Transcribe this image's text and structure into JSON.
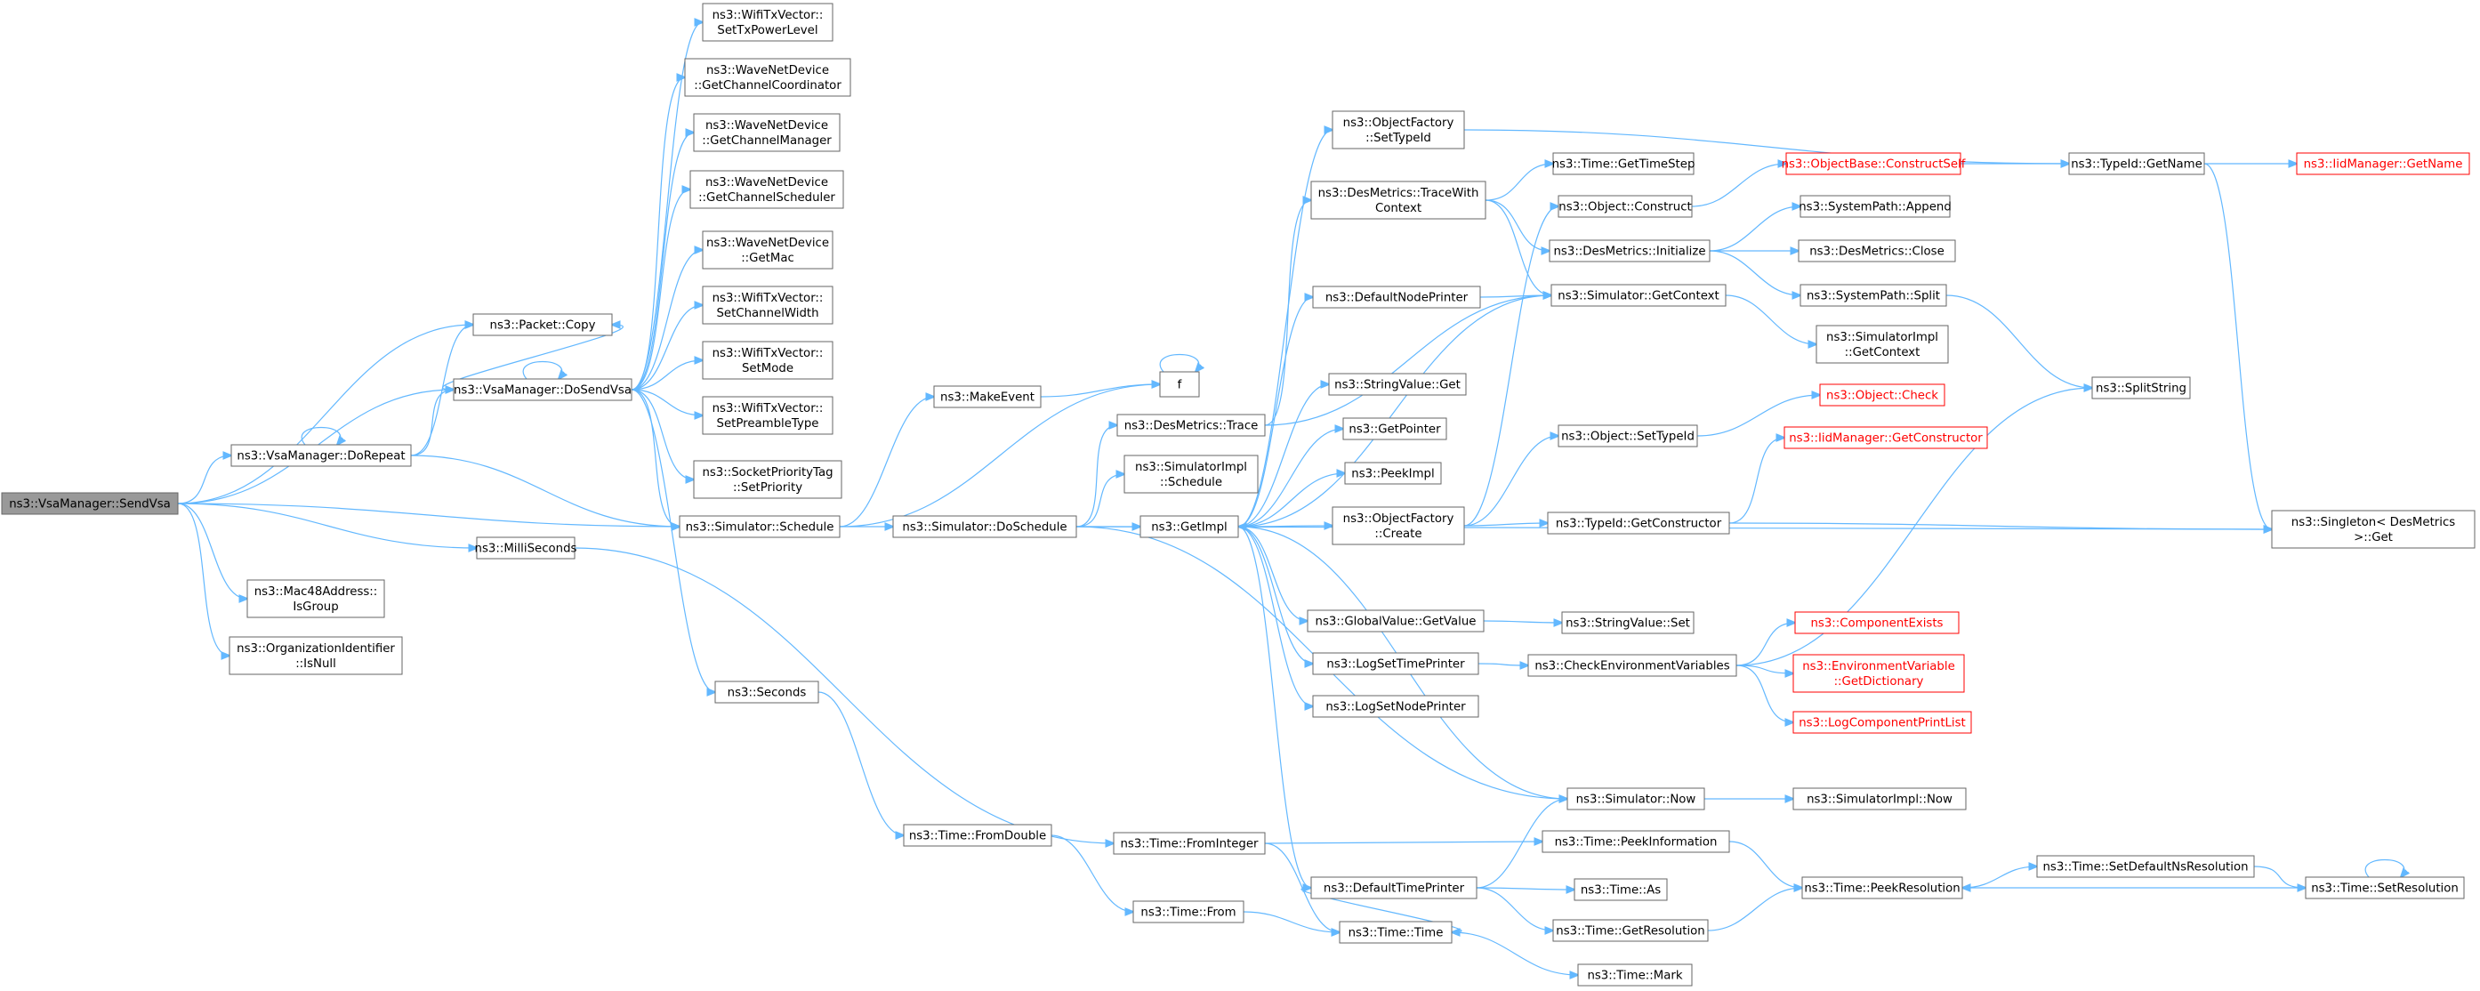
{
  "diagram": {
    "root": "SendVsa",
    "colors": {
      "edge": "#63b8ff",
      "border": "#666666",
      "root_fill": "#999999",
      "truncated_border": "#ff0000",
      "truncated_text": "#ff0000"
    },
    "nodes": [
      {
        "id": "SendVsa",
        "lines": [
          "ns3::VsaManager::SendVsa"
        ],
        "root": true
      },
      {
        "id": "PacketCopy",
        "lines": [
          "ns3::Packet::Copy"
        ]
      },
      {
        "id": "DoSendVsa",
        "lines": [
          "ns3::VsaManager::DoSendVsa"
        ]
      },
      {
        "id": "DoRepeat",
        "lines": [
          "ns3::VsaManager::DoRepeat"
        ]
      },
      {
        "id": "Schedule",
        "lines": [
          "ns3::Simulator::Schedule"
        ]
      },
      {
        "id": "MilliSeconds",
        "lines": [
          "ns3::MilliSeconds"
        ]
      },
      {
        "id": "IsGroup",
        "lines": [
          "ns3::Mac48Address::",
          "IsGroup"
        ]
      },
      {
        "id": "IsNull",
        "lines": [
          "ns3::OrganizationIdentifier",
          "::IsNull"
        ]
      },
      {
        "id": "SetTxPowerLevel",
        "lines": [
          "ns3::WifiTxVector::",
          "SetTxPowerLevel"
        ]
      },
      {
        "id": "GetChannelCoordinator",
        "lines": [
          "ns3::WaveNetDevice",
          "::GetChannelCoordinator"
        ]
      },
      {
        "id": "GetChannelManager",
        "lines": [
          "ns3::WaveNetDevice",
          "::GetChannelManager"
        ]
      },
      {
        "id": "GetChannelScheduler",
        "lines": [
          "ns3::WaveNetDevice",
          "::GetChannelScheduler"
        ]
      },
      {
        "id": "GetMac",
        "lines": [
          "ns3::WaveNetDevice",
          "::GetMac"
        ]
      },
      {
        "id": "SetChannelWidth",
        "lines": [
          "ns3::WifiTxVector::",
          "SetChannelWidth"
        ]
      },
      {
        "id": "SetMode",
        "lines": [
          "ns3::WifiTxVector::",
          "SetMode"
        ]
      },
      {
        "id": "SetPreambleType",
        "lines": [
          "ns3::WifiTxVector::",
          "SetPreambleType"
        ]
      },
      {
        "id": "SetPriority",
        "lines": [
          "ns3::SocketPriorityTag",
          "::SetPriority"
        ]
      },
      {
        "id": "Seconds",
        "lines": [
          "ns3::Seconds"
        ]
      },
      {
        "id": "MakeEvent",
        "lines": [
          "ns3::MakeEvent"
        ]
      },
      {
        "id": "DoSchedule",
        "lines": [
          "ns3::Simulator::DoSchedule"
        ]
      },
      {
        "id": "FromDouble",
        "lines": [
          "ns3::Time::FromDouble"
        ]
      },
      {
        "id": "f",
        "lines": [
          "f"
        ]
      },
      {
        "id": "DesMetricsTrace",
        "lines": [
          "ns3::DesMetrics::Trace"
        ]
      },
      {
        "id": "SimImplSchedule",
        "lines": [
          "ns3::SimulatorImpl",
          "::Schedule"
        ]
      },
      {
        "id": "GetImpl",
        "lines": [
          "ns3::GetImpl"
        ]
      },
      {
        "id": "FromInteger",
        "lines": [
          "ns3::Time::FromInteger"
        ]
      },
      {
        "id": "TimeFrom",
        "lines": [
          "ns3::Time::From"
        ]
      },
      {
        "id": "OFSetTypeId",
        "lines": [
          "ns3::ObjectFactory",
          "::SetTypeId"
        ]
      },
      {
        "id": "TraceWithContext",
        "lines": [
          "ns3::DesMetrics::TraceWith",
          "Context"
        ]
      },
      {
        "id": "DefaultNodePrinter",
        "lines": [
          "ns3::DefaultNodePrinter"
        ]
      },
      {
        "id": "StringValueGet",
        "lines": [
          "ns3::StringValue::Get"
        ]
      },
      {
        "id": "GetPointer",
        "lines": [
          "ns3::GetPointer"
        ]
      },
      {
        "id": "PeekImpl",
        "lines": [
          "ns3::PeekImpl"
        ]
      },
      {
        "id": "OFCreate",
        "lines": [
          "ns3::ObjectFactory",
          "::Create"
        ]
      },
      {
        "id": "GVGetValue",
        "lines": [
          "ns3::GlobalValue::GetValue"
        ]
      },
      {
        "id": "LogSetTimePrinter",
        "lines": [
          "ns3::LogSetTimePrinter"
        ]
      },
      {
        "id": "LogSetNodePrinter",
        "lines": [
          "ns3::LogSetNodePrinter"
        ]
      },
      {
        "id": "DefaultTimePrinter",
        "lines": [
          "ns3::DefaultTimePrinter"
        ]
      },
      {
        "id": "TimeTime",
        "lines": [
          "ns3::Time::Time"
        ]
      },
      {
        "id": "GetTimeStep",
        "lines": [
          "ns3::Time::GetTimeStep"
        ]
      },
      {
        "id": "ObjectConstruct",
        "lines": [
          "ns3::Object::Construct"
        ]
      },
      {
        "id": "DMInitialize",
        "lines": [
          "ns3::DesMetrics::Initialize"
        ]
      },
      {
        "id": "GetContext",
        "lines": [
          "ns3::Simulator::GetContext"
        ]
      },
      {
        "id": "ObjSetTypeId",
        "lines": [
          "ns3::Object::SetTypeId"
        ]
      },
      {
        "id": "GetConstructor",
        "lines": [
          "ns3::TypeId::GetConstructor"
        ]
      },
      {
        "id": "SVSet",
        "lines": [
          "ns3::StringValue::Set"
        ]
      },
      {
        "id": "CheckEnv",
        "lines": [
          "ns3::CheckEnvironmentVariables"
        ]
      },
      {
        "id": "SimNow",
        "lines": [
          "ns3::Simulator::Now"
        ]
      },
      {
        "id": "PeekInformation",
        "lines": [
          "ns3::Time::PeekInformation"
        ]
      },
      {
        "id": "TimeAs",
        "lines": [
          "ns3::Time::As"
        ]
      },
      {
        "id": "GetResolution",
        "lines": [
          "ns3::Time::GetResolution"
        ]
      },
      {
        "id": "TimeMark",
        "lines": [
          "ns3::Time::Mark"
        ]
      },
      {
        "id": "ConstructSelf",
        "lines": [
          "ns3::ObjectBase::ConstructSelf"
        ],
        "red": true
      },
      {
        "id": "SPAppend",
        "lines": [
          "ns3::SystemPath::Append"
        ]
      },
      {
        "id": "DMClose",
        "lines": [
          "ns3::DesMetrics::Close"
        ]
      },
      {
        "id": "SPSplit",
        "lines": [
          "ns3::SystemPath::Split"
        ]
      },
      {
        "id": "SimImplGetContext",
        "lines": [
          "ns3::SimulatorImpl",
          "::GetContext"
        ]
      },
      {
        "id": "ObjectCheck",
        "lines": [
          "ns3::Object::Check"
        ],
        "red": true
      },
      {
        "id": "IidGetConstructor",
        "lines": [
          "ns3::IidManager::GetConstructor"
        ],
        "red": true
      },
      {
        "id": "ComponentExists",
        "lines": [
          "ns3::ComponentExists"
        ],
        "red": true
      },
      {
        "id": "EnvGetDictionary",
        "lines": [
          "ns3::EnvironmentVariable",
          "::GetDictionary"
        ],
        "red": true
      },
      {
        "id": "LogComponentPrintList",
        "lines": [
          "ns3::LogComponentPrintList"
        ],
        "red": true
      },
      {
        "id": "SimImplNow",
        "lines": [
          "ns3::SimulatorImpl::Now"
        ]
      },
      {
        "id": "PeekResolution",
        "lines": [
          "ns3::Time::PeekResolution"
        ]
      },
      {
        "id": "TypeIdGetName",
        "lines": [
          "ns3::TypeId::GetName"
        ]
      },
      {
        "id": "SplitString",
        "lines": [
          "ns3::SplitString"
        ]
      },
      {
        "id": "SingletonGet",
        "lines": [
          "ns3::Singleton< DesMetrics",
          ">::Get"
        ]
      },
      {
        "id": "SetDefaultNsResolution",
        "lines": [
          "ns3::Time::SetDefaultNsResolution"
        ]
      },
      {
        "id": "IidGetName",
        "lines": [
          "ns3::IidManager::GetName"
        ],
        "red": true
      },
      {
        "id": "SetResolution",
        "lines": [
          "ns3::Time::SetResolution"
        ]
      }
    ],
    "edges": [
      [
        "SendVsa",
        "PacketCopy"
      ],
      [
        "SendVsa",
        "DoSendVsa"
      ],
      [
        "SendVsa",
        "DoRepeat"
      ],
      [
        "SendVsa",
        "Schedule"
      ],
      [
        "SendVsa",
        "MilliSeconds"
      ],
      [
        "SendVsa",
        "IsGroup"
      ],
      [
        "SendVsa",
        "IsNull"
      ],
      [
        "DoRepeat",
        "PacketCopy"
      ],
      [
        "DoRepeat",
        "DoSendVsa"
      ],
      [
        "DoRepeat",
        "Schedule"
      ],
      [
        "DoRepeat",
        "DoRepeat"
      ],
      [
        "DoSendVsa",
        "PacketCopy"
      ],
      [
        "DoSendVsa",
        "SetTxPowerLevel"
      ],
      [
        "DoSendVsa",
        "GetChannelCoordinator"
      ],
      [
        "DoSendVsa",
        "GetChannelManager"
      ],
      [
        "DoSendVsa",
        "GetChannelScheduler"
      ],
      [
        "DoSendVsa",
        "GetMac"
      ],
      [
        "DoSendVsa",
        "SetChannelWidth"
      ],
      [
        "DoSendVsa",
        "SetMode"
      ],
      [
        "DoSendVsa",
        "SetPreambleType"
      ],
      [
        "DoSendVsa",
        "SetPriority"
      ],
      [
        "DoSendVsa",
        "Schedule"
      ],
      [
        "DoSendVsa",
        "Seconds"
      ],
      [
        "DoSendVsa",
        "DoSendVsa"
      ],
      [
        "Schedule",
        "MakeEvent"
      ],
      [
        "Schedule",
        "DoSchedule"
      ],
      [
        "Schedule",
        "f"
      ],
      [
        "MilliSeconds",
        "FromInteger"
      ],
      [
        "Seconds",
        "FromDouble"
      ],
      [
        "FromDouble",
        "TimeFrom"
      ],
      [
        "MakeEvent",
        "f"
      ],
      [
        "f",
        "f"
      ],
      [
        "DoSchedule",
        "DesMetricsTrace"
      ],
      [
        "DoSchedule",
        "SimImplSchedule"
      ],
      [
        "DoSchedule",
        "GetImpl"
      ],
      [
        "DoSchedule",
        "SingletonGet"
      ],
      [
        "DoSchedule",
        "SimNow"
      ],
      [
        "DesMetricsTrace",
        "TraceWithContext"
      ],
      [
        "DesMetricsTrace",
        "GetContext"
      ],
      [
        "FromInteger",
        "PeekInformation"
      ],
      [
        "FromInteger",
        "TimeTime"
      ],
      [
        "TimeFrom",
        "TimeTime"
      ],
      [
        "GetImpl",
        "OFSetTypeId"
      ],
      [
        "GetImpl",
        "DefaultNodePrinter"
      ],
      [
        "GetImpl",
        "StringValueGet"
      ],
      [
        "GetImpl",
        "GetPointer"
      ],
      [
        "GetImpl",
        "PeekImpl"
      ],
      [
        "GetImpl",
        "OFCreate"
      ],
      [
        "GetImpl",
        "GVGetValue"
      ],
      [
        "GetImpl",
        "LogSetTimePrinter"
      ],
      [
        "GetImpl",
        "LogSetNodePrinter"
      ],
      [
        "GetImpl",
        "DefaultTimePrinter"
      ],
      [
        "GetImpl",
        "GetContext"
      ],
      [
        "OFSetTypeId",
        "TypeIdGetName"
      ],
      [
        "TraceWithContext",
        "GetTimeStep"
      ],
      [
        "TraceWithContext",
        "DMInitialize"
      ],
      [
        "TraceWithContext",
        "GetContext"
      ],
      [
        "DefaultNodePrinter",
        "GetContext"
      ],
      [
        "OFCreate",
        "ObjectConstruct"
      ],
      [
        "OFCreate",
        "ObjSetTypeId"
      ],
      [
        "OFCreate",
        "GetConstructor"
      ],
      [
        "GVGetValue",
        "SVSet"
      ],
      [
        "LogSetTimePrinter",
        "CheckEnv"
      ],
      [
        "DefaultTimePrinter",
        "SimNow"
      ],
      [
        "DefaultTimePrinter",
        "TimeAs"
      ],
      [
        "DefaultTimePrinter",
        "GetResolution"
      ],
      [
        "DefaultTimePrinter",
        "TimeTime"
      ],
      [
        "TimeTime",
        "TimeMark"
      ],
      [
        "ObjectConstruct",
        "ConstructSelf"
      ],
      [
        "DMInitialize",
        "SPAppend"
      ],
      [
        "DMInitialize",
        "DMClose"
      ],
      [
        "DMInitialize",
        "SPSplit"
      ],
      [
        "GetContext",
        "SimImplGetContext"
      ],
      [
        "ObjSetTypeId",
        "ObjectCheck"
      ],
      [
        "GetConstructor",
        "IidGetConstructor"
      ],
      [
        "GetConstructor",
        "SingletonGet"
      ],
      [
        "CheckEnv",
        "ComponentExists"
      ],
      [
        "CheckEnv",
        "EnvGetDictionary"
      ],
      [
        "CheckEnv",
        "LogComponentPrintList"
      ],
      [
        "CheckEnv",
        "SplitString"
      ],
      [
        "SimNow",
        "SimImplNow"
      ],
      [
        "SimNow",
        "GetImpl"
      ],
      [
        "PeekInformation",
        "PeekResolution"
      ],
      [
        "GetResolution",
        "PeekResolution"
      ],
      [
        "ConstructSelf",
        "TypeIdGetName"
      ],
      [
        "SPSplit",
        "SplitString"
      ],
      [
        "TypeIdGetName",
        "IidGetName"
      ],
      [
        "TypeIdGetName",
        "SingletonGet"
      ],
      [
        "PeekResolution",
        "SetDefaultNsResolution"
      ],
      [
        "SetDefaultNsResolution",
        "SetResolution"
      ],
      [
        "SetResolution",
        "PeekResolution"
      ],
      [
        "SetResolution",
        "SetResolution"
      ]
    ]
  }
}
